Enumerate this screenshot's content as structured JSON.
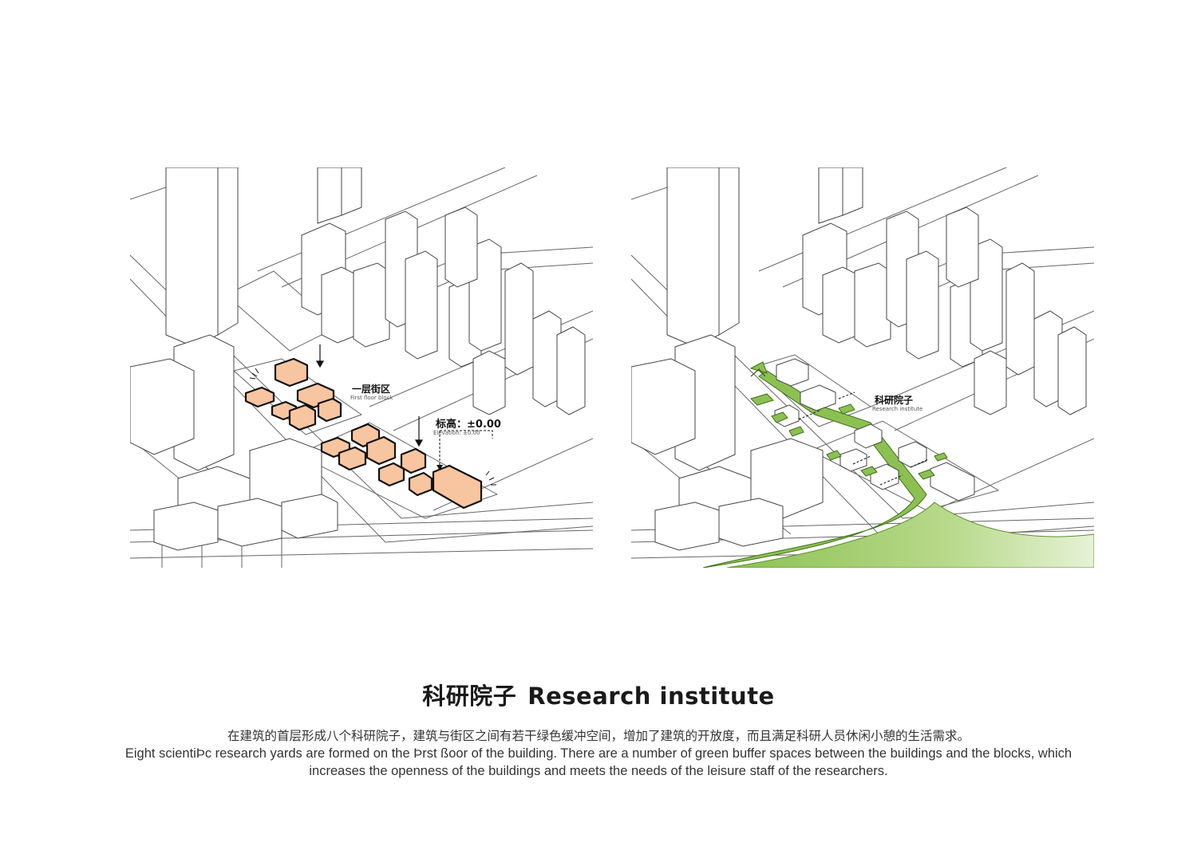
{
  "left_panel": {
    "label_block_cn": "一层街区",
    "label_block_en": "First floor block",
    "label_elev_cn": "标高：±0.00",
    "label_elev_en": "Elevation: ±0.00"
  },
  "right_panel": {
    "label_cn": "科研院子",
    "label_en": "Research institute"
  },
  "caption": {
    "title_cn": "科研院子",
    "title_en": "Research institute",
    "desc_cn": "在建筑的首层形成八个科研院子，建筑与街区之间有若干绿色缓冲空间，增加了建筑的开放度，而且满足科研人员休闲小憩的生活需求。",
    "desc_en_1": "Eight scientiÞc research yards are formed on the Þrst ßoor of the building. There are a number of green buffer spaces between the buildings and the blocks, which",
    "desc_en_2": "increases the openness of the buildings and meets the needs of the leisure staff of the researchers."
  },
  "colors": {
    "highlight_orange": "#f7c59f",
    "green_space": "#8cc152",
    "line": "#555555"
  }
}
